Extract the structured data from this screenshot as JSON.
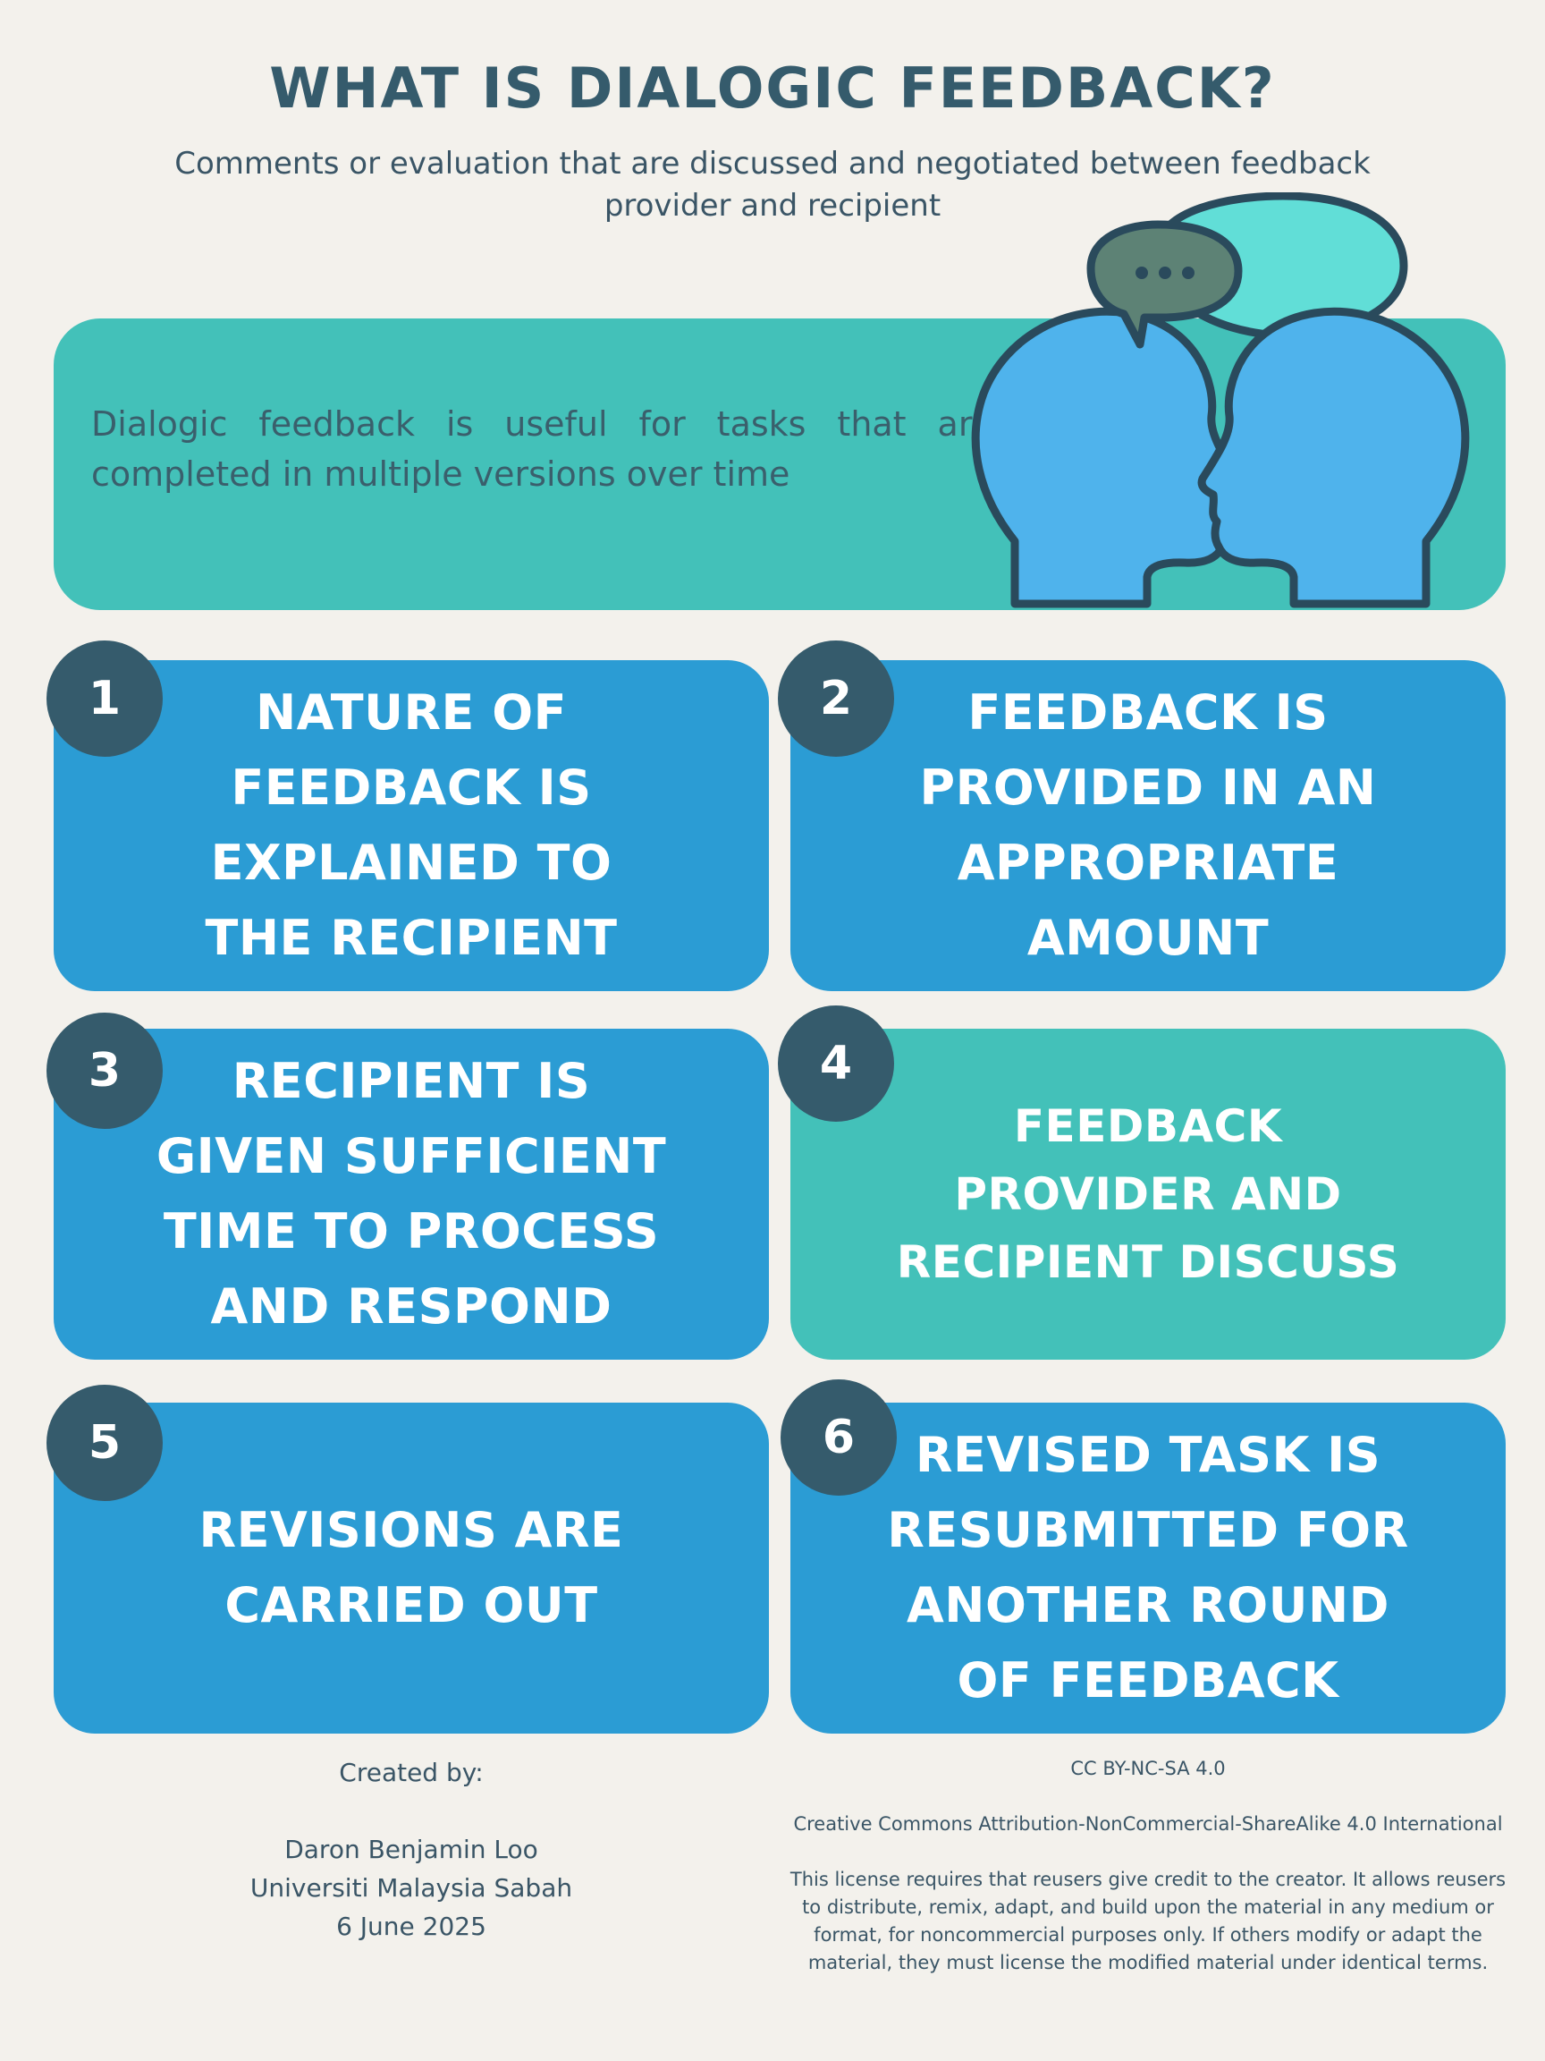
{
  "header": {
    "title": "WHAT IS DIALOGIC FEEDBACK?",
    "subtitle": "Comments or evaluation that are discussed and negotiated between feedback provider and recipient"
  },
  "hero": {
    "text": "Dialogic feedback is useful for tasks that are completed in multiple versions over time",
    "illustration_icon": "two-heads-conversation-icon"
  },
  "steps": [
    {
      "number": "1",
      "text": "NATURE OF\nFEEDBACK IS\nEXPLAINED TO\nTHE RECIPIENT",
      "color": "#2b9cd4"
    },
    {
      "number": "2",
      "text": "FEEDBACK IS\nPROVIDED IN AN\nAPPROPRIATE\nAMOUNT",
      "color": "#2b9cd4"
    },
    {
      "number": "3",
      "text": "RECIPIENT IS\nGIVEN SUFFICIENT\nTIME TO PROCESS\nAND RESPOND",
      "color": "#2b9cd4"
    },
    {
      "number": "4",
      "text": "FEEDBACK\nPROVIDER AND\nRECIPIENT DISCUSS",
      "color": "#43c1b9"
    },
    {
      "number": "5",
      "text": "REVISIONS ARE\nCARRIED OUT",
      "color": "#2b9cd4"
    },
    {
      "number": "6",
      "text": "REVISED TASK IS\nRESUBMITTED FOR\nANOTHER ROUND\nOF FEEDBACK",
      "color": "#2b9cd4"
    }
  ],
  "credits": {
    "label": "Created by:",
    "name": "Daron Benjamin Loo",
    "institution": "Universiti Malaysia Sabah",
    "date": "6 June 2025"
  },
  "license": {
    "short": "CC BY-NC-SA 4.0",
    "full": "Creative Commons Attribution-NonCommercial-ShareAlike 4.0 International",
    "terms": "This license requires that reusers give credit to the creator. It allows reusers to distribute, remix, adapt, and build upon the material in any medium or format, for noncommercial purposes only. If others modify or adapt the material, they must license the modified material under identical terms."
  },
  "colors": {
    "background": "#f3f1ec",
    "navy": "#355b6c",
    "blue": "#2b9cd4",
    "teal": "#43c1b9"
  }
}
